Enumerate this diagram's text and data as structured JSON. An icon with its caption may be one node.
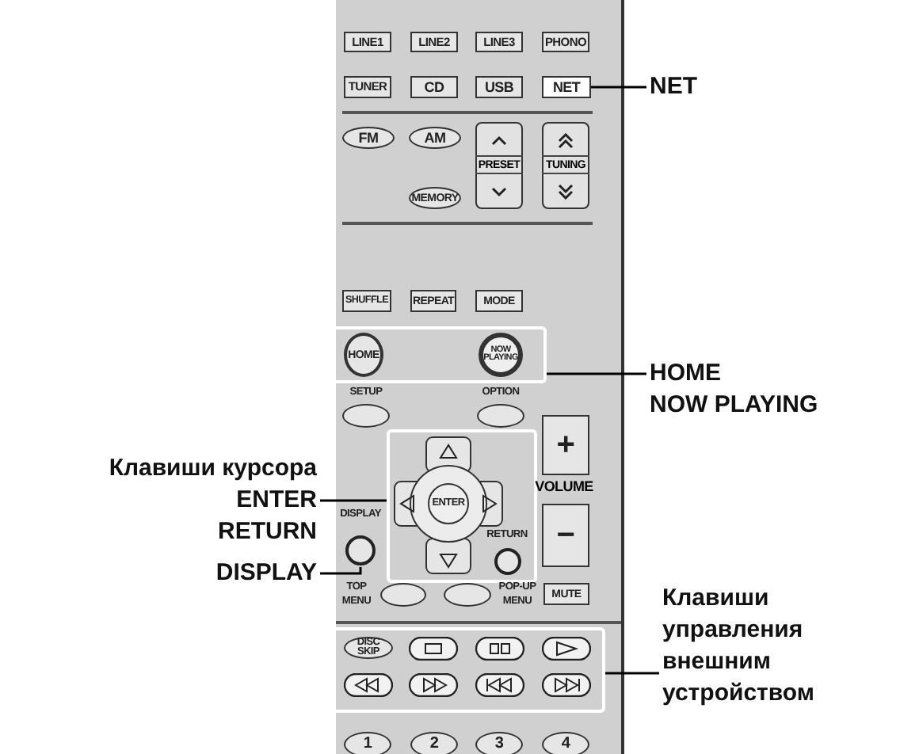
{
  "diagram": {
    "nodes": [
      {
        "text": [
          "LINE1"
        ]
      },
      {
        "text": [
          "LINE2"
        ]
      },
      {
        "text": [
          "LINE3"
        ]
      },
      {
        "text": [
          "PHONO"
        ]
      },
      {
        "text": [
          "TUNER"
        ]
      },
      {
        "text": [
          "CD"
        ]
      },
      {
        "text": [
          "USB"
        ]
      },
      {
        "text": [
          "NET"
        ]
      },
      {
        "text": [
          "NET"
        ]
      },
      {
        "text": [
          "FM"
        ]
      },
      {
        "text": [
          "AM"
        ]
      },
      {
        "text": [
          "PRESET"
        ]
      },
      {
        "text": [
          "TUNING"
        ]
      },
      {
        "text": [
          "MEMORY"
        ]
      },
      {
        "text": [
          "SHUFFLE"
        ]
      },
      {
        "text": [
          "REPEAT"
        ]
      },
      {
        "text": [
          "MODE"
        ]
      },
      {
        "text": [],
        "shape": "box"
      },
      {
        "text": [
          "HOME"
        ],
        "in": 17
      },
      {
        "text": [
          "NOW PLAYING"
        ],
        "in": 17
      },
      {
        "text": [
          "HOME",
          "NOW PLAYING"
        ]
      },
      {
        "text": [
          "SETUP"
        ]
      },
      {
        "text": [
          "OPTION"
        ]
      },
      {
        "text": [
          "+"
        ]
      },
      {
        "text": [
          "Клавиши курсора",
          "ENTER",
          "RETURN"
        ]
      },
      {
        "text": [],
        "shape": "box"
      },
      {
        "text": [
          "ENTER"
        ],
        "in": 25
      },
      {
        "text": [
          "RETURN"
        ],
        "in": 25
      },
      {
        "text": [
          "−"
        ]
      },
      {
        "text": [
          "DISPLAY"
        ]
      },
      {
        "text": [
          "DISPLAY"
        ]
      },
      {
        "text": [
          "TOP MENU"
        ]
      },
      {
        "text": [
          "POP-UP MENU"
        ]
      },
      {
        "text": [
          "MUTE"
        ]
      },
      {
        "text": [],
        "shape": "box"
      },
      {
        "text": [
          "DISC SKIP"
        ],
        "in": 34
      },
      {
        "text": [
          "Клавиши управления внешним устройством"
        ]
      },
      {
        "text": [
          "1"
        ]
      },
      {
        "text": [
          "2"
        ]
      },
      {
        "text": [
          "3"
        ]
      },
      {
        "text": [
          "4"
        ]
      }
    ],
    "edges": [
      {
        "from": 8,
        "to": 7,
        "arrow": "none"
      },
      {
        "from": 20,
        "to": 17,
        "arrow": "none"
      },
      {
        "from": 24,
        "to": 25,
        "arrow": "none"
      },
      {
        "from": 30,
        "to": 29,
        "arrow": "none"
      },
      {
        "from": 36,
        "to": 34,
        "arrow": "none"
      }
    ],
    "labels": [
      "VOLUME"
    ]
  }
}
